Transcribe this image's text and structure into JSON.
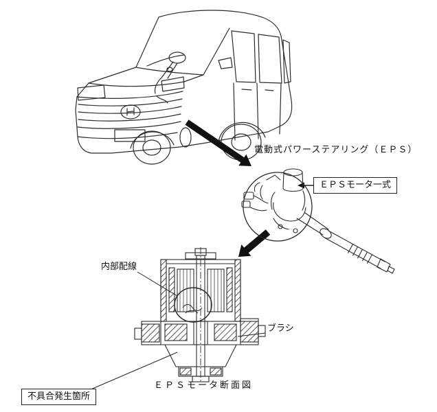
{
  "document": {
    "background": "#ffffff",
    "ink": "#2b2b2b",
    "accent": "#111111"
  },
  "labels": {
    "eps_system": "電動式パワーステアリング（ＥＰＳ）",
    "eps_motor_assembly": "ＥＰＳモータ一式",
    "internal_wiring": "内部配線",
    "brush": "ブラシ",
    "cross_section_caption": "ＥＰＳモータ断面図",
    "defect_location": "不具合発生箇所"
  },
  "figures": {
    "van": "minivan-front-three-quarter-line-drawing",
    "steering_assembly": "eps-steering-column-assembly-drawing",
    "motor_section": "eps-motor-cross-section-drawing"
  }
}
